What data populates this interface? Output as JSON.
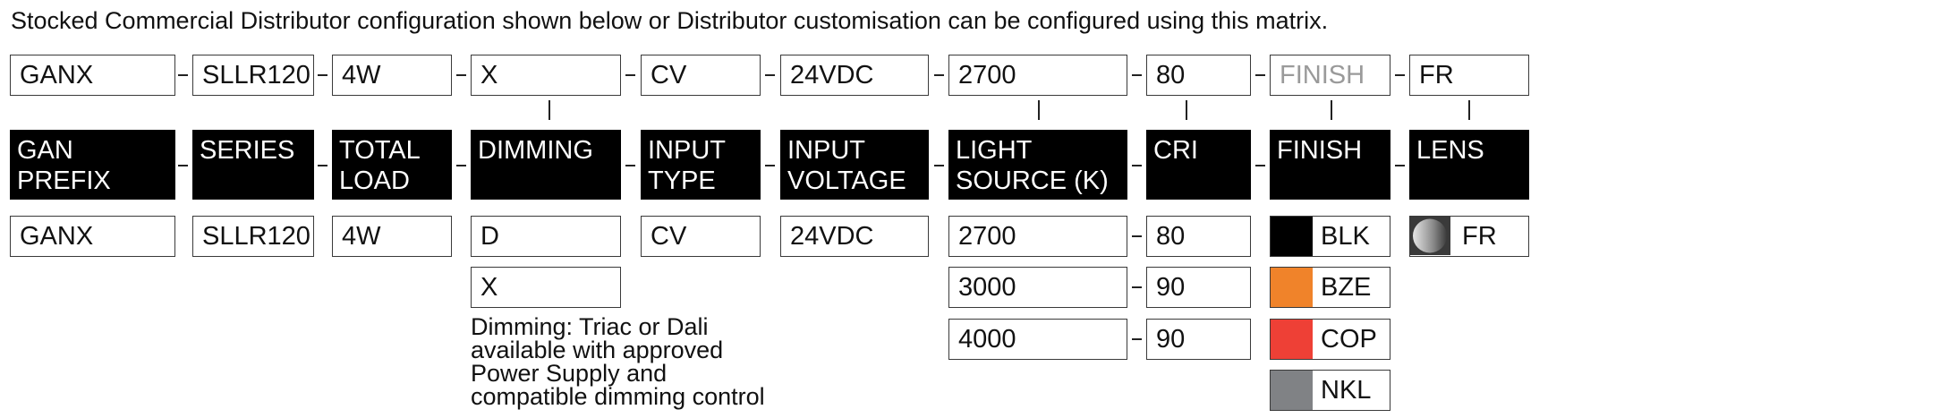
{
  "intro": "Stocked Commercial Distributor configuration shown below or Distributor customisation can be configured using this matrix.",
  "code": {
    "prefix": "GANX",
    "series": "SLLR120",
    "load": "4W",
    "dimming": "X",
    "input_type": "CV",
    "voltage": "24VDC",
    "light_source": "2700",
    "cri": "80",
    "finish": "FINISH",
    "lens": "FR"
  },
  "headers": {
    "prefix": [
      "GAN",
      "PREFIX"
    ],
    "series": [
      "SERIES"
    ],
    "load": [
      "TOTAL",
      "LOAD"
    ],
    "dimming": [
      "DIMMING"
    ],
    "input_type": [
      "INPUT",
      "TYPE"
    ],
    "voltage": [
      "INPUT",
      "VOLTAGE"
    ],
    "light_source": [
      "LIGHT",
      "SOURCE (K)"
    ],
    "cri": [
      "CRI"
    ],
    "finish": [
      "FINISH"
    ],
    "lens": [
      "LENS"
    ]
  },
  "options": {
    "prefix": [
      "GANX"
    ],
    "series": [
      "SLLR120"
    ],
    "load": [
      "4W"
    ],
    "dimming": [
      "D",
      "X"
    ],
    "input_type": [
      "CV"
    ],
    "voltage": [
      "24VDC"
    ],
    "light_source": [
      "2700",
      "3000",
      "4000"
    ],
    "cri": [
      "80",
      "90",
      "90"
    ],
    "finish": [
      {
        "label": "BLK",
        "color": "#000000"
      },
      {
        "label": "BZE",
        "color": "#f0832a"
      },
      {
        "label": "COP",
        "color": "#ee4036"
      },
      {
        "label": "NKL",
        "color": "#808285"
      }
    ],
    "lens": [
      {
        "label": "FR",
        "swatch": "frosted-gradient"
      }
    ]
  },
  "dimming_note": [
    "Dimming: Triac or Dali",
    "available with approved",
    "Power Supply and",
    "compatible dimming control"
  ]
}
